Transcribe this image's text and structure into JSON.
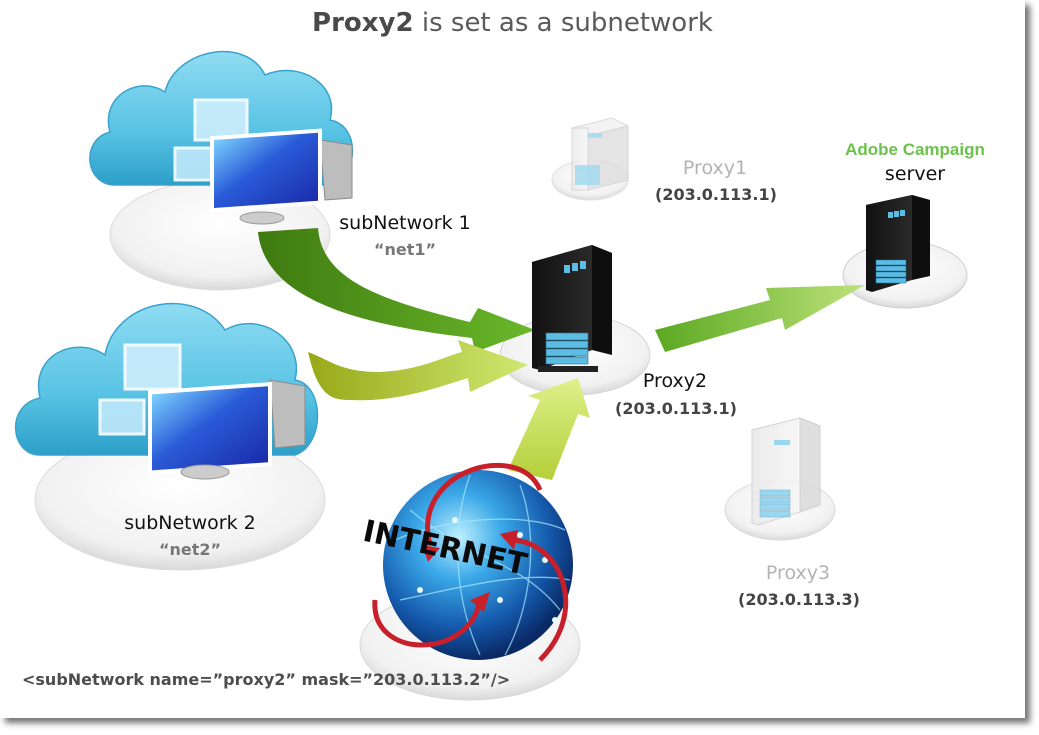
{
  "title": {
    "bold": "Proxy2",
    "rest": " is set as a subnetwork"
  },
  "nodes": {
    "subnetwork1": {
      "name": "subNetwork 1",
      "alias": "“net1”",
      "icon": "cloud-computers-icon"
    },
    "subnetwork2": {
      "name": "subNetwork 2",
      "alias": "“net2”",
      "icon": "cloud-computers-icon"
    },
    "proxy1": {
      "name": "Proxy1",
      "ip": "(203.0.113.1)",
      "icon": "server-grey-icon"
    },
    "proxy2": {
      "name": "Proxy2",
      "ip": "(203.0.113.1)",
      "icon": "server-black-icon"
    },
    "proxy3": {
      "name": "Proxy3",
      "ip": "(203.0.113.3)",
      "icon": "server-grey-icon"
    },
    "adobe_server": {
      "brand": "Adobe Campaign",
      "name": "server",
      "icon": "server-black-icon"
    },
    "internet": {
      "label": "INTERNET",
      "icon": "globe-icon"
    }
  },
  "edges": [
    {
      "from": "subnetwork1",
      "to": "proxy2"
    },
    {
      "from": "subnetwork2",
      "to": "proxy2"
    },
    {
      "from": "internet",
      "to": "proxy2"
    },
    {
      "from": "proxy2",
      "to": "adobe_server"
    }
  ],
  "config_snippet": "<subNetwork name=”proxy2” mask=”203.0.113.2”/>",
  "colors": {
    "brand_green": "#6cc24a",
    "arrow_dark": "#4a8a12",
    "arrow_light": "#c6e05a",
    "cloud": "#5fc6e6",
    "server": "#1a1a1a",
    "server_led": "#5bbce4"
  }
}
